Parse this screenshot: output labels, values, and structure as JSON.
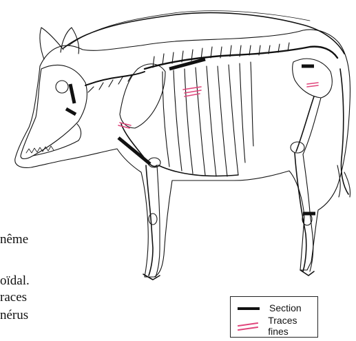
{
  "side_text": [
    "nême",
    "oïdal.",
    "races",
    "nérus"
  ],
  "legend": {
    "section_label": "Section",
    "traces_label": "Traces fines",
    "section_color": "#111111",
    "traces_color": "#e0457b"
  }
}
